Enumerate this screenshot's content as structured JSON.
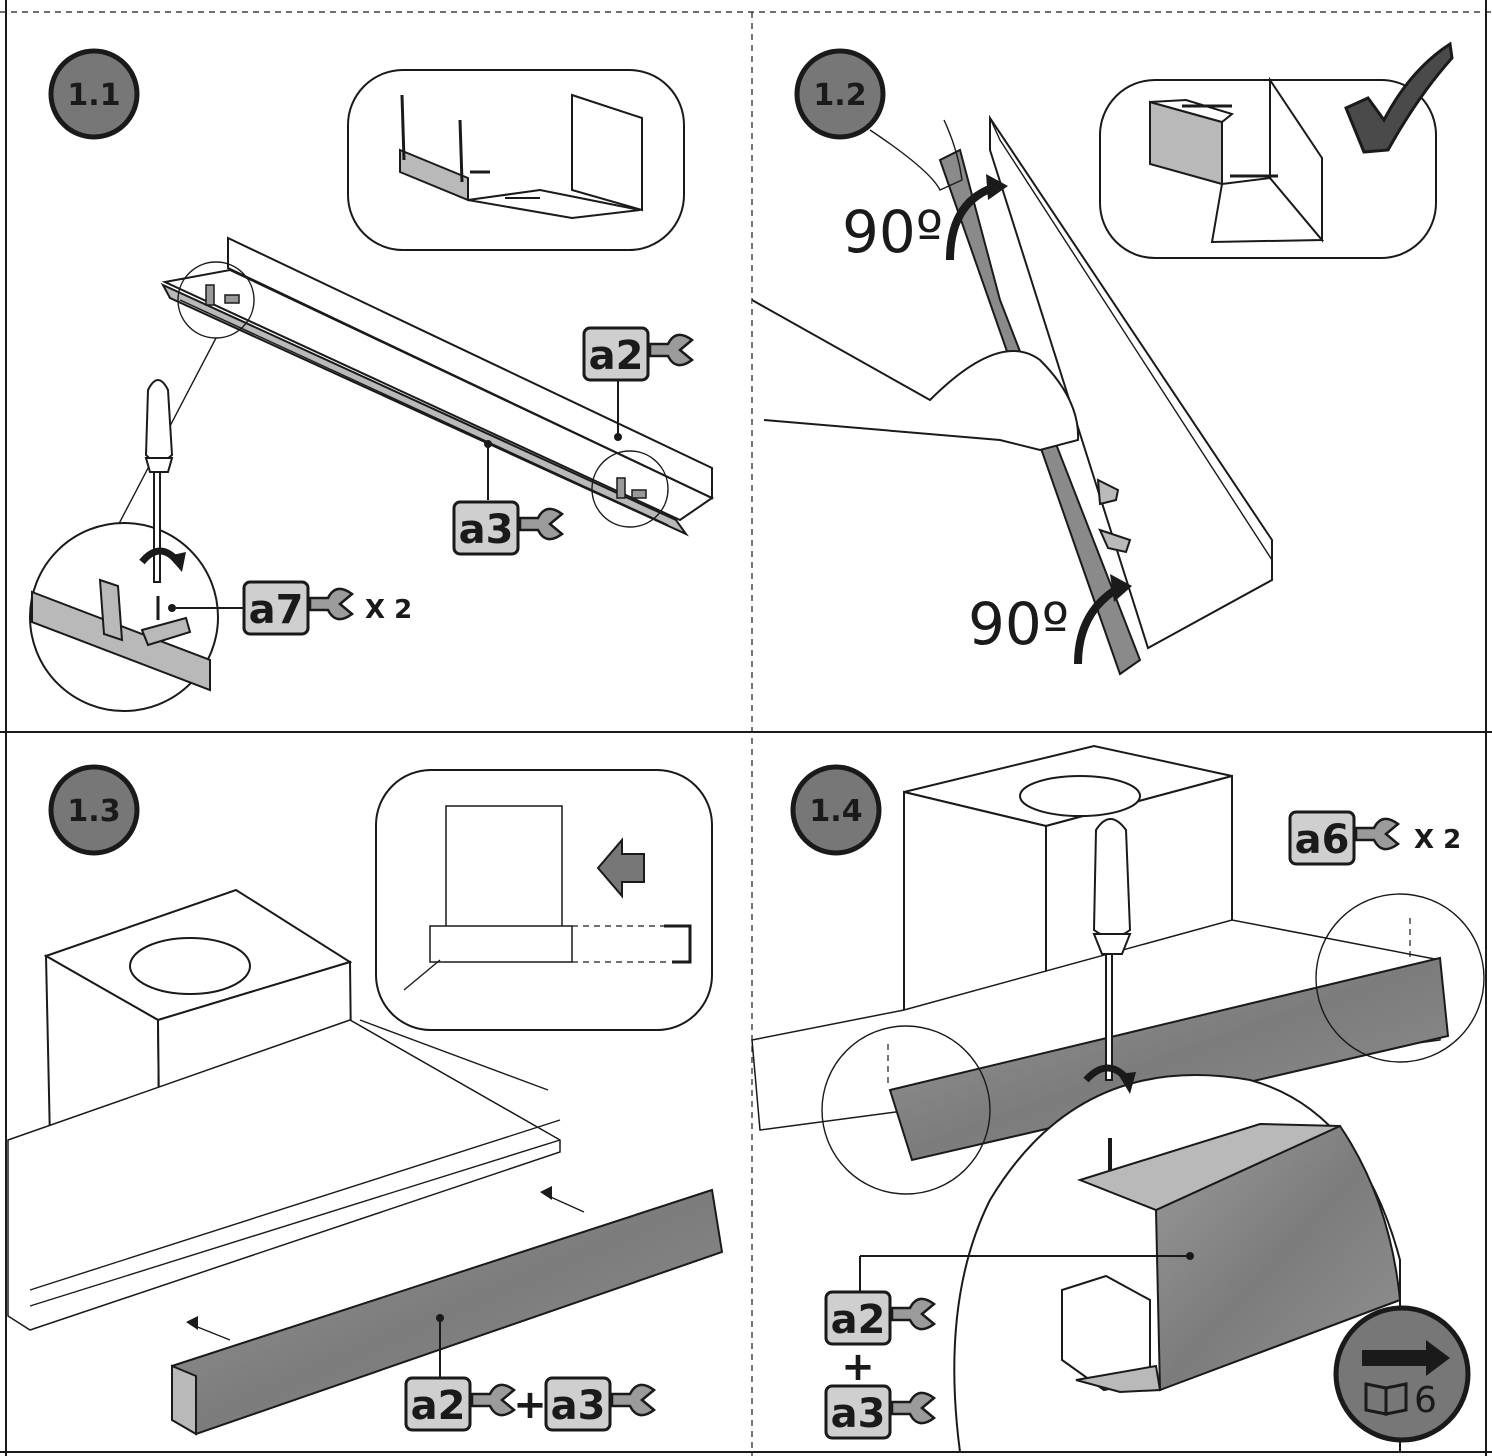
{
  "steps": [
    {
      "id": "1.1",
      "parts": [
        "a2",
        "a3",
        "a7"
      ],
      "quantity": "X 2"
    },
    {
      "id": "1.2",
      "angle_top": "90º",
      "angle_bottom": "90º"
    },
    {
      "id": "1.3",
      "parts": [
        "a2",
        "a3"
      ],
      "plus": "+"
    },
    {
      "id": "1.4",
      "parts": [
        "a6",
        "a2",
        "a3"
      ],
      "quantity": "X 2",
      "plus": "+",
      "next_page": "6"
    }
  ],
  "colors": {
    "badge": "#777777",
    "steel": "#8a8a8a",
    "tag": "#cfcfcf",
    "line": "#1a1a1a"
  },
  "icons": [
    "screwdriver-icon",
    "wrench-icon",
    "rotate-arrow-icon",
    "checkmark-icon",
    "manual-book-icon",
    "next-arrow-icon"
  ]
}
